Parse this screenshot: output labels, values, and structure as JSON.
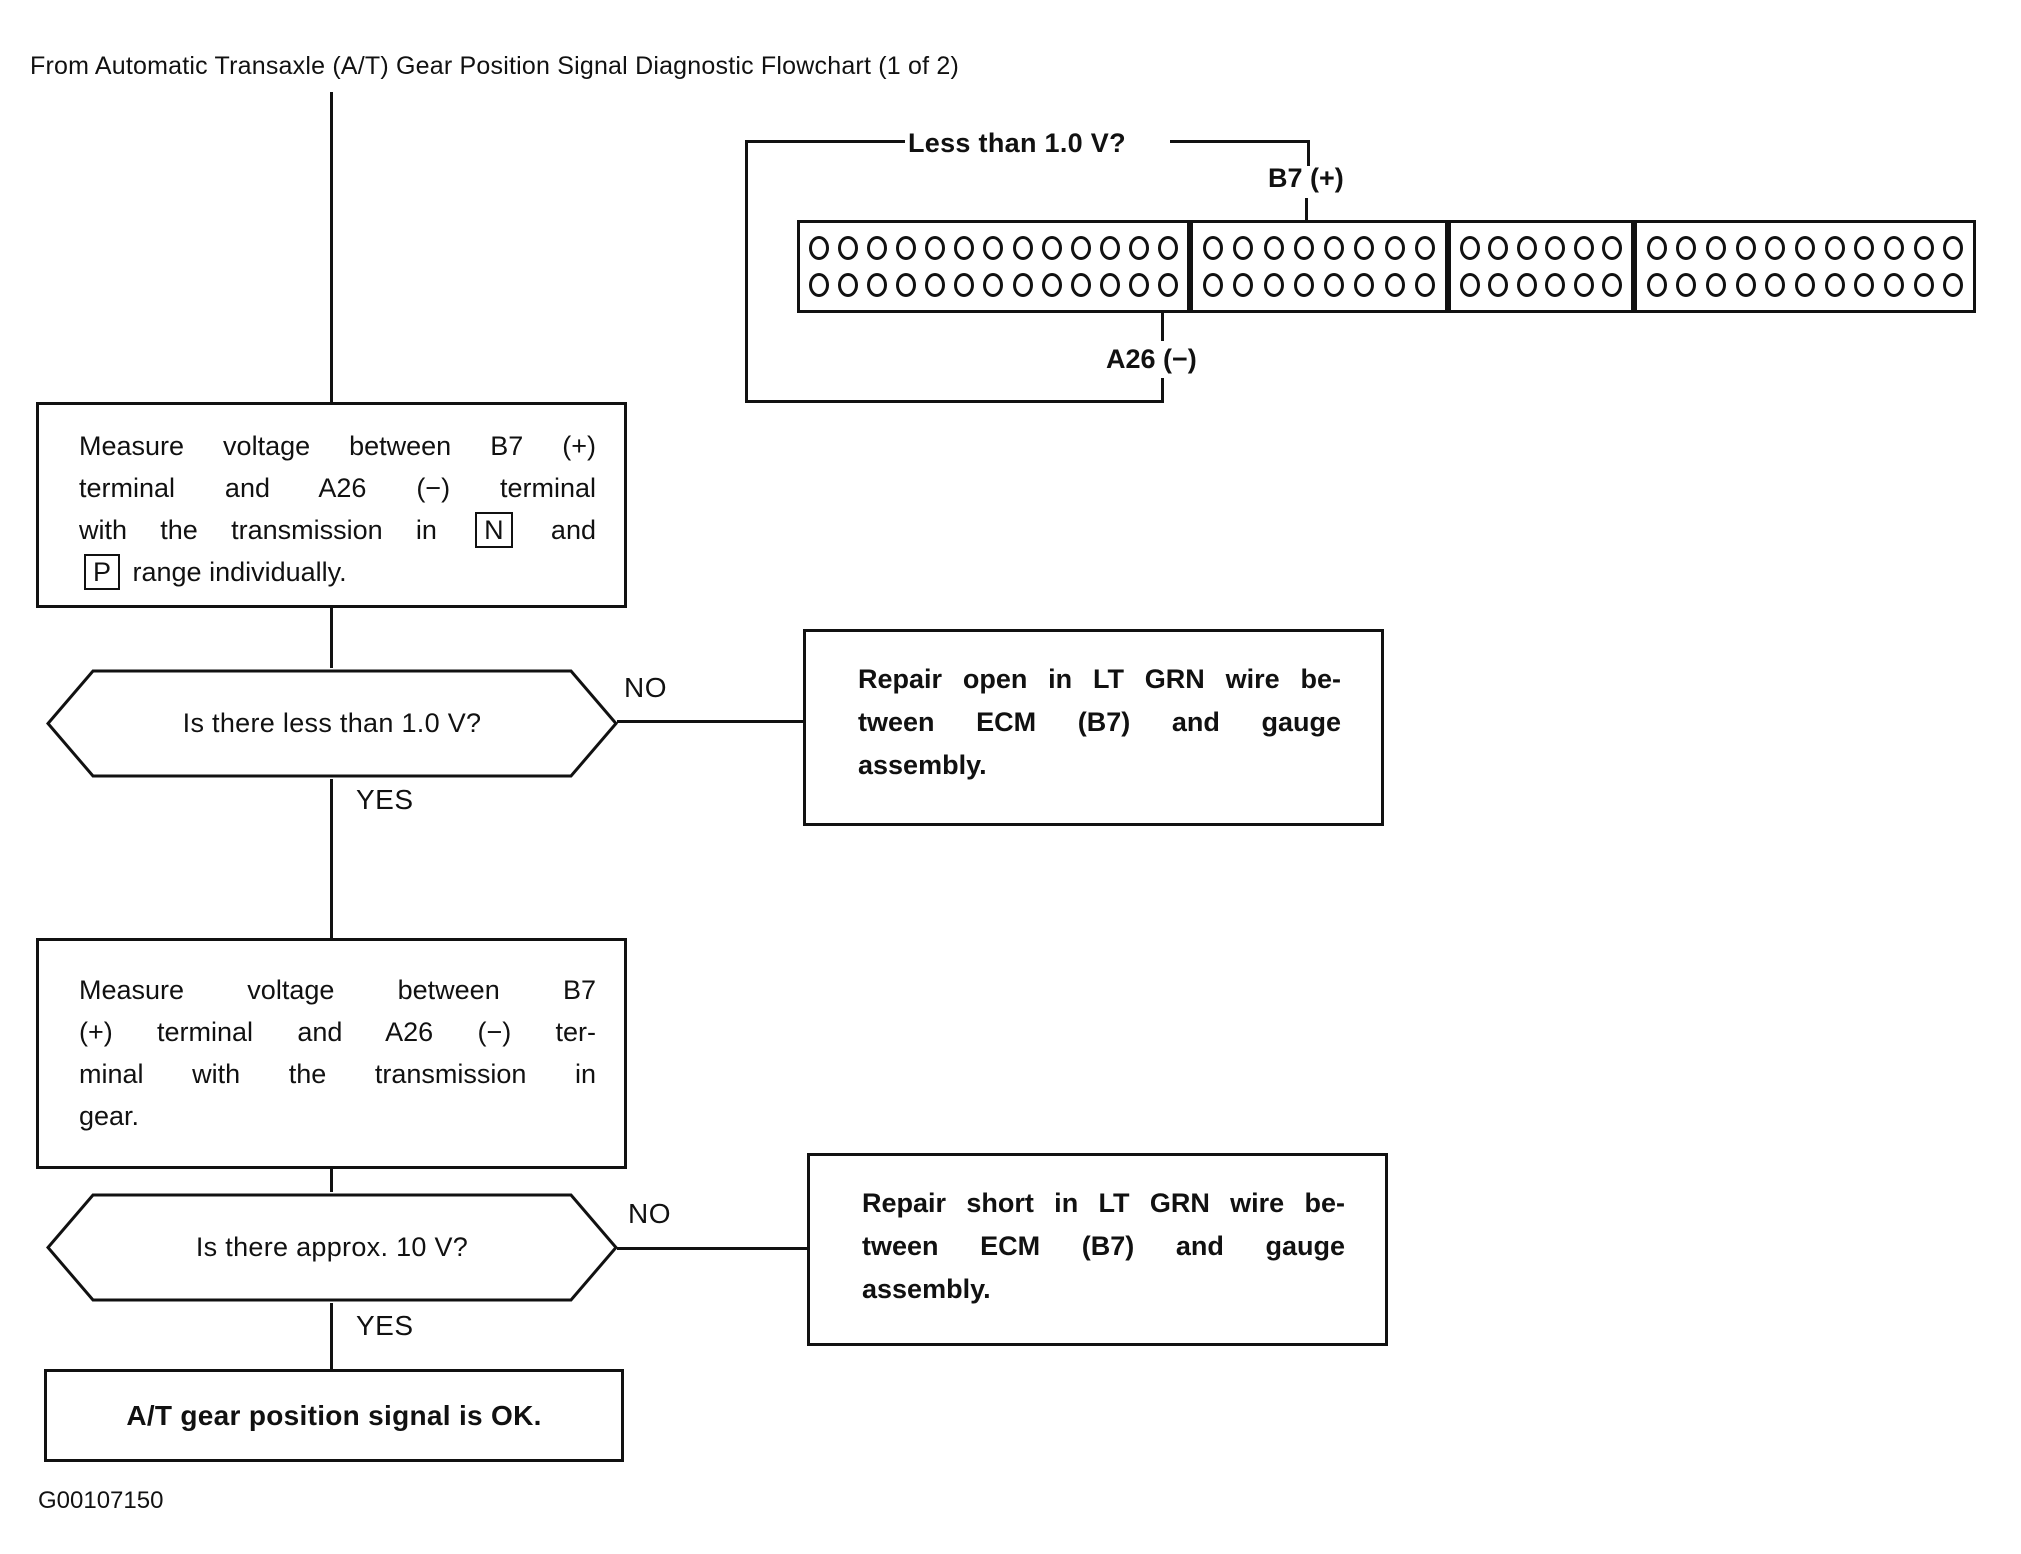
{
  "page": {
    "title": "From Automatic Transaxle (A/T) Gear Position Signal Diagnostic Flowchart (1 of 2)",
    "figure_code": "G00107150"
  },
  "colors": {
    "ink": "#111111",
    "paper": "#ffffff"
  },
  "connector_figure": {
    "measurement_label": "Less than 1.0 V?",
    "positive_pin_label": "B7 (+)",
    "negative_pin_label": "A26 (−)",
    "positive_pin": {
      "block": 2,
      "row": "top",
      "pin": 4
    },
    "negative_pin": {
      "block": 1,
      "row": "bottom",
      "pin": 13
    },
    "blocks": [
      {
        "name": "connector-block-1",
        "pins_per_row": 13,
        "rows": 2
      },
      {
        "name": "connector-block-2",
        "pins_per_row": 8,
        "rows": 2
      },
      {
        "name": "connector-block-3",
        "pins_per_row": 6,
        "rows": 2
      },
      {
        "name": "connector-block-4",
        "pins_per_row": 11,
        "rows": 2
      }
    ]
  },
  "flowchart": {
    "step1": {
      "lines": [
        {
          "text": "Measure voltage between B7 (+)",
          "justify": true
        },
        {
          "text": "terminal and A26 (−) terminal",
          "justify": true
        },
        {
          "text": "with the transmission in |N| and",
          "justify": true
        },
        {
          "text": "|P| range individually.",
          "justify": false
        }
      ]
    },
    "decision1": {
      "question": "Is there less than 1.0 V?",
      "no_label": "NO",
      "yes_label": "YES"
    },
    "repair1": {
      "lines": [
        {
          "text": "Repair open in LT GRN wire be-",
          "justify": true
        },
        {
          "text": "tween ECM (B7) and gauge",
          "justify": true
        },
        {
          "text": "assembly.",
          "justify": false
        }
      ]
    },
    "step2": {
      "lines": [
        {
          "text": "Measure voltage between B7",
          "justify": true
        },
        {
          "text": "(+) terminal and A26 (−) ter-",
          "justify": true
        },
        {
          "text": "minal with the transmission in",
          "justify": true
        },
        {
          "text": "gear.",
          "justify": false
        }
      ]
    },
    "decision2": {
      "question": "Is there approx. 10 V?",
      "no_label": "NO",
      "yes_label": "YES"
    },
    "repair2": {
      "lines": [
        {
          "text": "Repair short in LT GRN wire be-",
          "justify": true
        },
        {
          "text": "tween ECM (B7) and gauge",
          "justify": true
        },
        {
          "text": "assembly.",
          "justify": false
        }
      ]
    },
    "result": {
      "text": "A/T gear position signal is OK."
    }
  }
}
